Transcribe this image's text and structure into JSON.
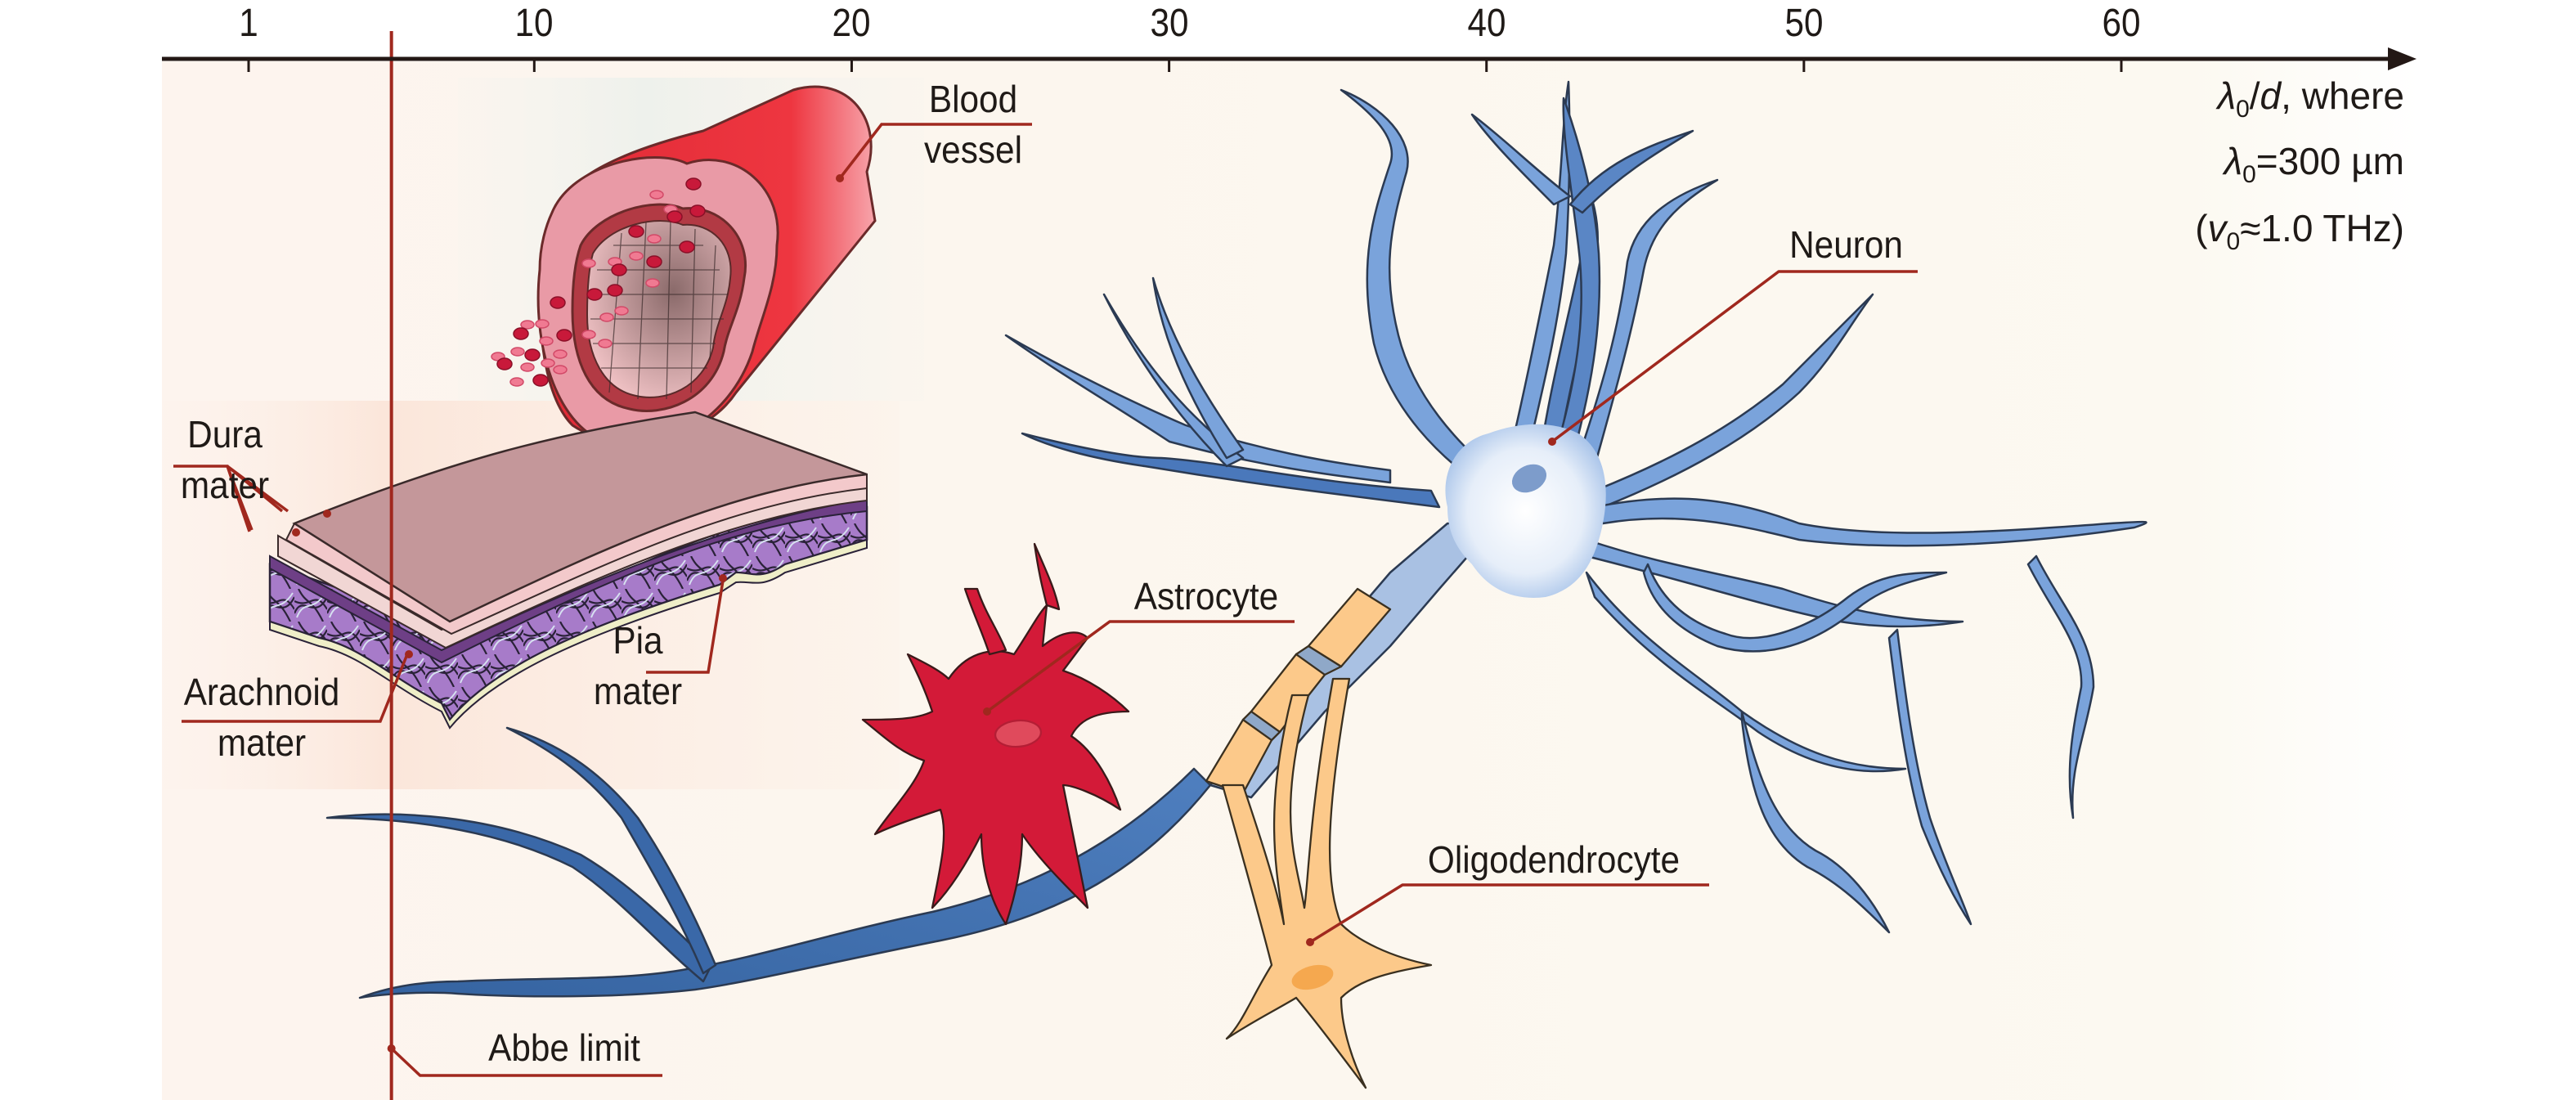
{
  "figure": {
    "axis": {
      "ticks": [
        "1",
        "10",
        "20",
        "30",
        "40",
        "50",
        "60"
      ],
      "tick_values": [
        1,
        10,
        20,
        30,
        40,
        50,
        60
      ],
      "note": {
        "line1_symbol": "λ",
        "line1_sub": "0",
        "line1_rest_italic": "d",
        "line1_slash": "/",
        "line1_tail": ", where",
        "line2_symbol": "λ",
        "line2_sub": "0",
        "line2_rest": "=300 µm",
        "line3_open": "(",
        "line3_symbol": "v",
        "line3_sub": "0",
        "line3_rest": "≈1.0 THz)"
      }
    },
    "abbe_limit": {
      "value": 5.5,
      "label": "Abbe limit"
    },
    "labels": {
      "blood_vessel_1": "Blood",
      "blood_vessel_2": "vessel",
      "dura_1": "Dura",
      "dura_2": "mater",
      "arachnoid_1": "Arachnoid",
      "arachnoid_2": "mater",
      "pia_1": "Pia",
      "pia_2": "mater",
      "neuron": "Neuron",
      "astrocyte": "Astrocyte",
      "oligodendrocyte": "Oligodendrocyte"
    },
    "colors": {
      "axis": "#231815",
      "leader": "#a0281e",
      "vessel_red": "#e8303a",
      "vessel_pink": "#e89aa5",
      "astrocyte_red": "#d31a38",
      "neuron_blue": "#6f9bd8",
      "neuron_dark": "#3a68a8",
      "myelin": "#fcc98a",
      "dura": "#c4979a",
      "arachnoid": "#9a6bb8",
      "background": "#fcf8f1"
    }
  }
}
